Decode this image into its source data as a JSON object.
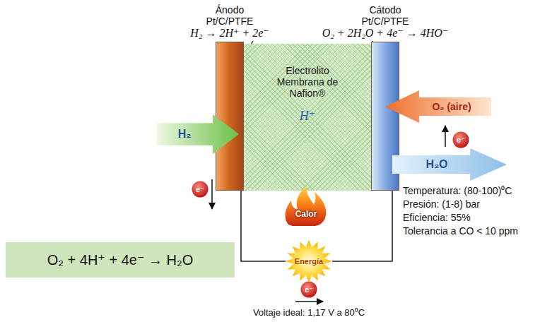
{
  "diagram": {
    "nodes": [
      {
        "text": [
          "Ánodo Pt/C/PTFE",
          "H₂ → 2H⁺ + 2e⁻"
        ]
      },
      {
        "text": [
          "Cátodo Pt/C/PTFE",
          "O₂ + 2H₂O + 4e⁻ → 4HO⁻"
        ]
      },
      {
        "text": [
          "Electrolito Membrana de Nafion®",
          "H⁺"
        ]
      },
      {
        "text": [
          "O₂ (aire)"
        ]
      },
      {
        "text": [
          "H₂"
        ]
      },
      {
        "text": [
          "e⁻"
        ]
      },
      {
        "text": [
          "H₂O"
        ]
      },
      {
        "text": [
          "e⁻"
        ]
      },
      {
        "text": [
          "Calor"
        ]
      },
      {
        "text": [
          "O₂ + 4H⁺ + 4e⁻ → H₂O"
        ]
      },
      {
        "text": [
          "Energía"
        ]
      },
      {
        "text": [
          "e⁻"
        ]
      }
    ],
    "edges": [
      {
        "from": 0,
        "to": 10,
        "arrow": "none"
      },
      {
        "from": 10,
        "to": 1,
        "arrow": "none"
      }
    ],
    "labels": [
      "Temperatura: (80-100)⁰C",
      "Presión: (1-8) bar",
      "Eficiencia: 55%",
      "Tolerancia a CO < 10 ppm",
      "Voltaje ideal: 1,17 V a 80⁰C"
    ]
  }
}
